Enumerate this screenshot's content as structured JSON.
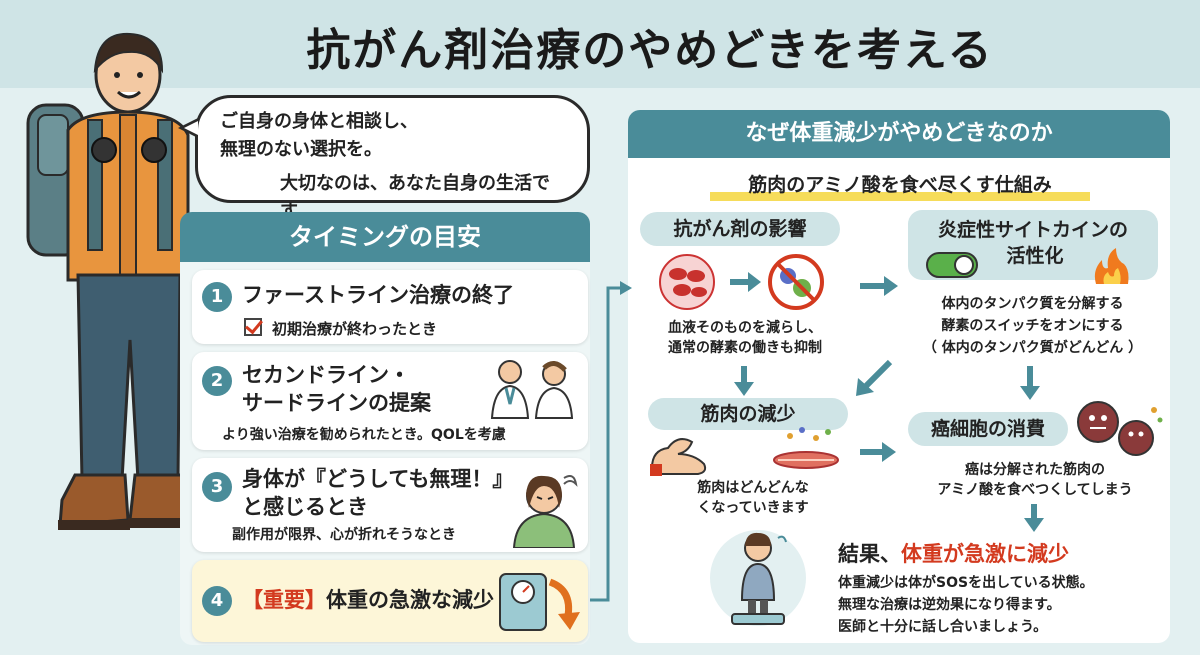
{
  "title": "抗がん剤治療のやめどきを考える",
  "speech": {
    "line1": "ご自身の身体と相談し、",
    "line2": "無理のない選択を。",
    "line3": "大切なのは、あなた自身の生活です。"
  },
  "timing": {
    "header": "タイミングの目安",
    "items": [
      {
        "num": "1",
        "title": "ファーストライン治療の終了",
        "sub": "初期治療が終わったとき"
      },
      {
        "num": "2",
        "title_line1": "セカンドライン・",
        "title_line2": "サードラインの提案",
        "sub": "より強い治療を勧められたとき。QOLを考慮"
      },
      {
        "num": "3",
        "title_line1": "身体が『どうしても無理！』",
        "title_line2": "と感じるとき",
        "sub": "副作用が限界、心が折れそうなとき"
      },
      {
        "num": "4",
        "tag": "【重要】",
        "title": "体重の急激な減少"
      }
    ]
  },
  "why": {
    "header": "なぜ体重減少がやめどきなのか",
    "mechanism": "筋肉のアミノ酸を食べ尽くす仕組み",
    "anticancer": {
      "label": "抗がん剤の影響",
      "desc1": "血液そのものを減らし、",
      "desc2": "通常の酵素の働きも抑制"
    },
    "cytokine": {
      "label1": "炎症性サイトカインの",
      "label2": "活性化",
      "desc1": "体内のタンパク質を分解する",
      "desc2": "酵素のスイッチをオンにする",
      "desc3": "（ 体内のタンパク質がどんどん ）"
    },
    "muscle": {
      "label": "筋肉の減少",
      "desc1": "筋肉はどんどんな",
      "desc2": "くなっていきます"
    },
    "cancer": {
      "label": "癌細胞の消費",
      "desc1": "癌は分解された筋肉の",
      "desc2": "アミノ酸を食べつくしてしまう"
    },
    "result": {
      "prefix": "結果、",
      "highlight": "体重が急激に減少",
      "line1": "体重減少は体がSOSを出している状態。",
      "line2": "無理な治療は逆効果になり得ます。",
      "line3": "医師と十分に話し合いましょう。"
    }
  },
  "colors": {
    "accent": "#4a8c99",
    "warning": "#d33a1f",
    "highlight": "#f6dc5a"
  }
}
